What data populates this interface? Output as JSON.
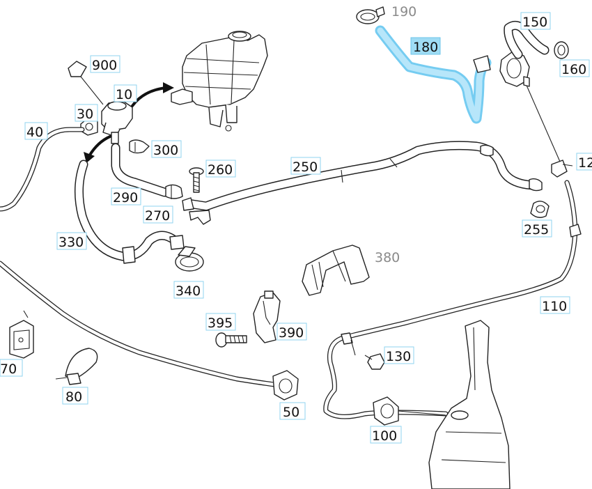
{
  "labels": [
    {
      "id": "190",
      "text": "190",
      "style": "gray"
    },
    {
      "id": "180",
      "text": "180",
      "style": "active"
    },
    {
      "id": "150",
      "text": "150",
      "style": "boxed"
    },
    {
      "id": "160",
      "text": "160",
      "style": "boxed"
    },
    {
      "id": "120",
      "text": "12",
      "style": "boxed"
    },
    {
      "id": "900",
      "text": "900",
      "style": "boxed"
    },
    {
      "id": "10",
      "text": "10",
      "style": "boxed"
    },
    {
      "id": "30",
      "text": "30",
      "style": "boxed"
    },
    {
      "id": "40",
      "text": "40",
      "style": "boxed"
    },
    {
      "id": "300",
      "text": "300",
      "style": "boxed"
    },
    {
      "id": "260",
      "text": "260",
      "style": "boxed"
    },
    {
      "id": "250",
      "text": "250",
      "style": "boxed"
    },
    {
      "id": "290",
      "text": "290",
      "style": "boxed"
    },
    {
      "id": "270",
      "text": "270",
      "style": "boxed"
    },
    {
      "id": "255",
      "text": "255",
      "style": "boxed"
    },
    {
      "id": "330",
      "text": "330",
      "style": "boxed"
    },
    {
      "id": "340",
      "text": "340",
      "style": "boxed"
    },
    {
      "id": "380",
      "text": "380",
      "style": "gray"
    },
    {
      "id": "110",
      "text": "110",
      "style": "boxed"
    },
    {
      "id": "395",
      "text": "395",
      "style": "boxed"
    },
    {
      "id": "390",
      "text": "390",
      "style": "boxed"
    },
    {
      "id": "130",
      "text": "130",
      "style": "boxed"
    },
    {
      "id": "70",
      "text": "70",
      "style": "boxed"
    },
    {
      "id": "80",
      "text": "80",
      "style": "boxed"
    },
    {
      "id": "50",
      "text": "50",
      "style": "boxed"
    },
    {
      "id": "100",
      "text": "100",
      "style": "boxed"
    }
  ],
  "colors": {
    "highlight": "#5dc3ef",
    "active_label": "#9fdcf4",
    "label_border": "#8fd3ef",
    "gray_text": "#8a8a8a",
    "line": "#222222"
  }
}
